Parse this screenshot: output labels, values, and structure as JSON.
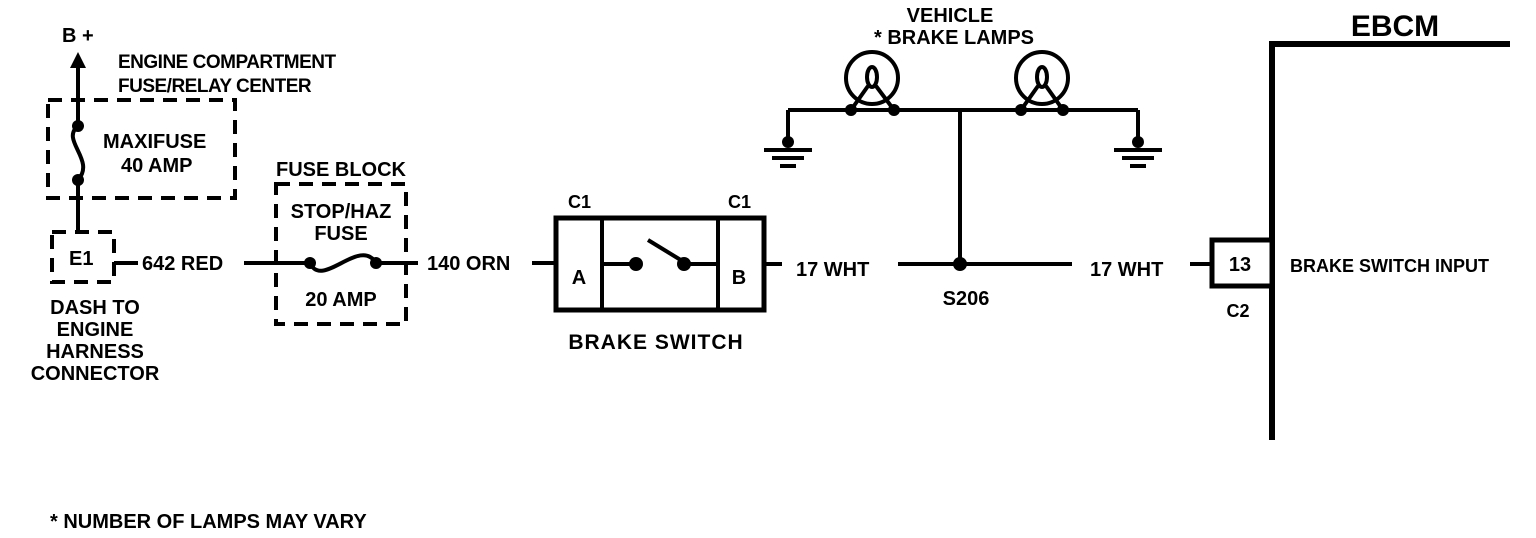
{
  "power": {
    "source": "B +"
  },
  "fuse_relay_center": {
    "title_line1": "ENGINE COMPARTMENT",
    "title_line2": "FUSE/RELAY CENTER",
    "maxifuse_label": "MAXIFUSE",
    "maxifuse_rating": "40 AMP"
  },
  "connector_e1": {
    "pin": "E1",
    "desc_line1": "DASH TO",
    "desc_line2": "ENGINE",
    "desc_line3": "HARNESS",
    "desc_line4": "CONNECTOR"
  },
  "wires": {
    "red": "642 RED",
    "orn": "140 ORN",
    "wht_left": "17 WHT",
    "wht_right": "17 WHT"
  },
  "fuse_block": {
    "title": "FUSE BLOCK",
    "fuse_name_line1": "STOP/HAZ",
    "fuse_name_line2": "FUSE",
    "rating": "20 AMP"
  },
  "brake_switch": {
    "connector_a": "C1",
    "connector_b": "C1",
    "pin_a": "A",
    "pin_b": "B",
    "label": "BRAKE SWITCH"
  },
  "lamps": {
    "title_line1": "VEHICLE",
    "title_line2": "* BRAKE LAMPS"
  },
  "splice": {
    "label": "S206"
  },
  "ebcm": {
    "title": "EBCM",
    "pin": "13",
    "connector": "C2",
    "input_label": "BRAKE SWITCH INPUT"
  },
  "footnote": "* NUMBER OF LAMPS MAY VARY"
}
